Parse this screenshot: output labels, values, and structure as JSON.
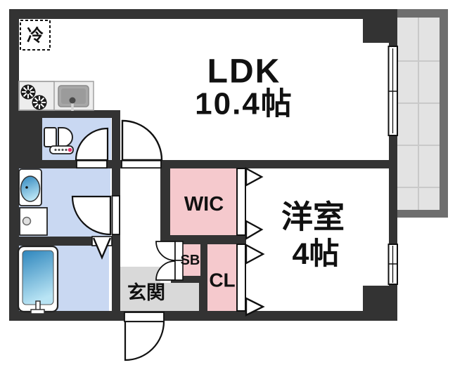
{
  "labels": {
    "ldk": "LDK",
    "ldk_size": "10.4帖",
    "western_room": "洋室",
    "western_room_size": "4帖",
    "walk_in_closet": "WIC",
    "closet": "CL",
    "shoe_box": "SB",
    "entrance": "玄関",
    "refrigerator": "冷"
  },
  "colors": {
    "wall": "#333333",
    "balcony_wall": "#6e6e6e",
    "balcony_floor": "#e3e3e3",
    "balcony_grid": "#c9c9c9",
    "wet_room_blue": "#c9d8f2",
    "storage_pink": "#f5c9cd",
    "entrance_gray": "#d9d9d9",
    "water_dark": "#2e86bd",
    "water_light": "#b9e4f4",
    "toilet_accent_red": "#e8336e",
    "counter_fill": "#ededed",
    "sink_fill": "#a8a8a8"
  },
  "icons": [
    "refrigerator-box",
    "stove-burner-icon",
    "kitchen-sink-icon",
    "toilet-icon",
    "washbasin-icon",
    "washer-pan-icon",
    "bathtub-icon",
    "door-swing-icon",
    "folding-door-icon",
    "sliding-window-icon",
    "balcony-tiles"
  ]
}
